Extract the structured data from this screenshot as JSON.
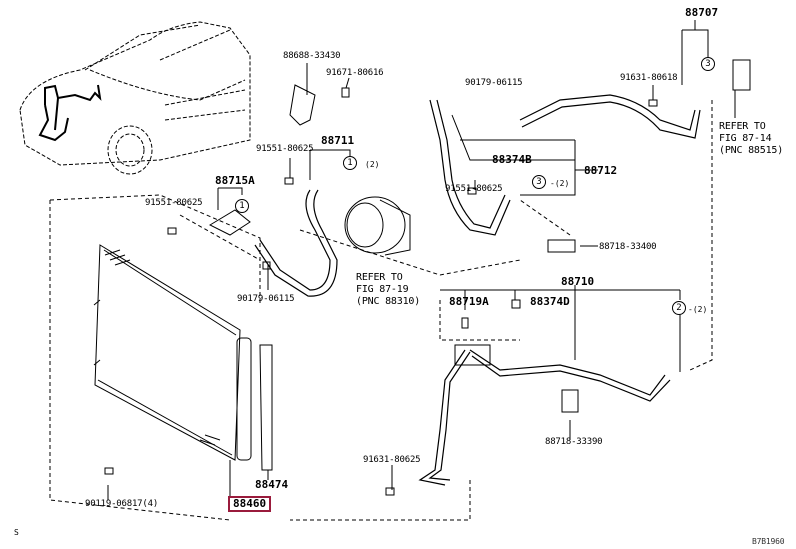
{
  "diagram": {
    "title": "Air conditioner condenser & piping parts diagram",
    "highlight_color": "#9a1b3c",
    "parts": {
      "p88688_33430": "88688-33430",
      "p91671_80616": "91671-80616",
      "p90179_06115_top": "90179-06115",
      "p88707": "88707",
      "p91631_80618": "91631-80618",
      "p91551_80625_a": "91551-80625",
      "p88711": "88711",
      "p88715A": "88715A",
      "p91551_80625_b": "91551-80625",
      "p90179_06115_mid": "90179-06115",
      "p88374B": "88374B",
      "p88712": "88712",
      "p91551_80625_c": "91551-80625",
      "p88718_33400": "88718-33400",
      "p88710": "88710",
      "p88719A": "88719A",
      "p88374D": "88374D",
      "p88718_33390": "88718-33390",
      "p91631_80625": "91631-80625",
      "p90119_06817": "90119-06817(4)",
      "p88474": "88474",
      "p88460": "88460"
    },
    "refs": {
      "compressor": "REFER TO\nFIG 87-19\n(PNC 88310)",
      "sensor": "REFER TO\nFIG 87-14\n(PNC 88515)"
    },
    "callouts": {
      "c1a": "1",
      "c1a_note": "(2)",
      "c1b": "1",
      "c2": "2",
      "c2_note": "-(2)",
      "c3a": "3",
      "c3a_note": "-(2)",
      "c3b": "3"
    },
    "footer": {
      "left_mark": "S",
      "figure_code": "B7B1960"
    }
  }
}
